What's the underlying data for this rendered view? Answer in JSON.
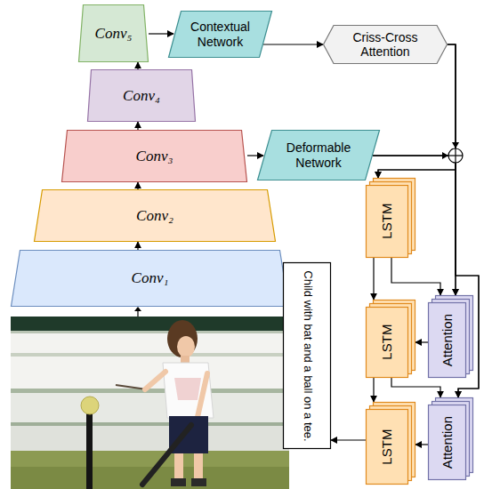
{
  "diagram": {
    "nodes": [
      {
        "text": [
          "Conv₅"
        ]
      },
      {
        "text": [
          "Contextual Network"
        ]
      },
      {
        "text": [
          "Criss-Cross Attention"
        ]
      },
      {
        "text": [
          "Conv₄"
        ]
      },
      {
        "text": [
          "Conv₃"
        ]
      },
      {
        "text": [
          "Deformable Network"
        ]
      },
      {
        "text": [
          "Conv₂"
        ]
      },
      {
        "text": [
          "Conv₁"
        ]
      },
      {
        "text": [
          "LSTM"
        ]
      },
      {
        "text": [
          "Attention"
        ]
      },
      {
        "text": [
          "LSTM"
        ]
      },
      {
        "text": [
          "Child with bat and a ball on a tee."
        ]
      },
      {
        "text": [
          "Attention"
        ]
      },
      {
        "text": [
          "LSTM"
        ]
      }
    ],
    "edges": [
      {
        "from": 7,
        "to": 6,
        "arrow": "to"
      },
      {
        "from": 6,
        "to": 4,
        "arrow": "to"
      },
      {
        "from": 4,
        "to": 3,
        "arrow": "to"
      },
      {
        "from": 3,
        "to": 0,
        "arrow": "to"
      },
      {
        "from": 0,
        "to": 1,
        "arrow": "to"
      },
      {
        "from": 1,
        "to": 2,
        "arrow": "to"
      },
      {
        "from": 4,
        "to": 5,
        "arrow": "to"
      },
      {
        "from": 2,
        "to": 8,
        "arrow": "to"
      },
      {
        "from": 5,
        "to": 8,
        "arrow": "to"
      },
      {
        "from": 2,
        "to": 9,
        "arrow": "to"
      },
      {
        "from": 5,
        "to": 9,
        "arrow": "to"
      },
      {
        "from": 2,
        "to": 12,
        "arrow": "to"
      },
      {
        "from": 5,
        "to": 12,
        "arrow": "to"
      },
      {
        "from": 8,
        "to": 10,
        "arrow": "to"
      },
      {
        "from": 8,
        "to": 9,
        "arrow": "to"
      },
      {
        "from": 9,
        "to": 10,
        "arrow": "to"
      },
      {
        "from": 10,
        "to": 13,
        "arrow": "to"
      },
      {
        "from": 10,
        "to": 12,
        "arrow": "to"
      },
      {
        "from": 12,
        "to": 13,
        "arrow": "to"
      },
      {
        "from": 13,
        "to": 11,
        "arrow": "to"
      }
    ]
  }
}
